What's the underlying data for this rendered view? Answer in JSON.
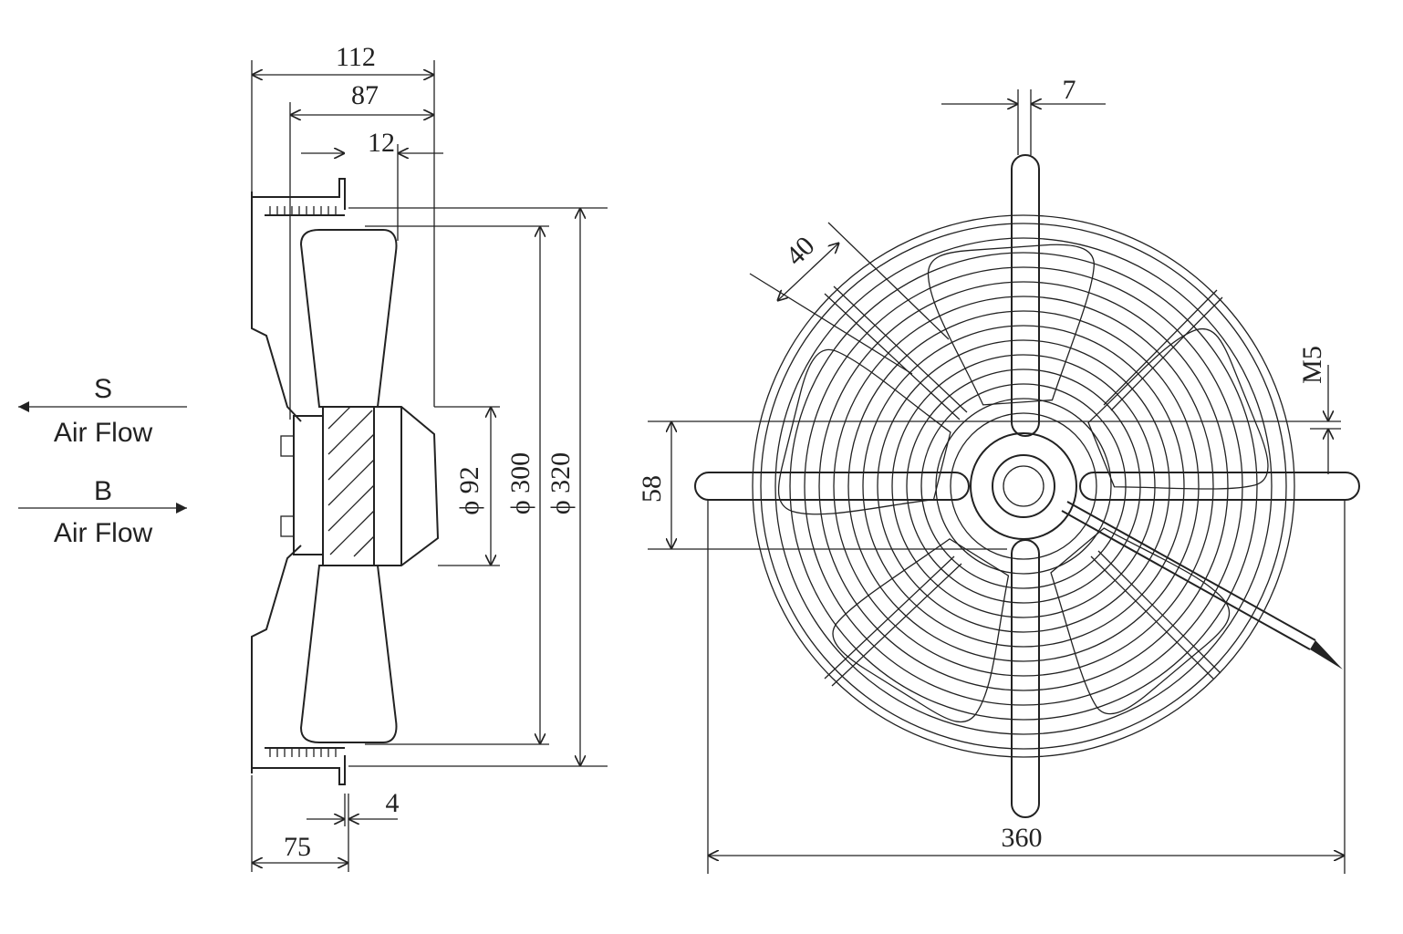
{
  "legend": {
    "s_letter": "S",
    "s_text": "Air Flow",
    "b_letter": "B",
    "b_text": "Air Flow"
  },
  "side_view": {
    "dim_112": "112",
    "dim_87": "87",
    "dim_12": "12",
    "dim_4": "4",
    "dim_75": "75",
    "dim_phi92": "ϕ 92",
    "dim_phi300": "ϕ 300",
    "dim_phi320": "ϕ 320"
  },
  "front_view": {
    "dim_7": "7",
    "dim_40": "40",
    "dim_m5": "M5",
    "dim_58": "58",
    "dim_360": "360"
  },
  "colors": {
    "line": "#222222",
    "background": "#ffffff"
  }
}
